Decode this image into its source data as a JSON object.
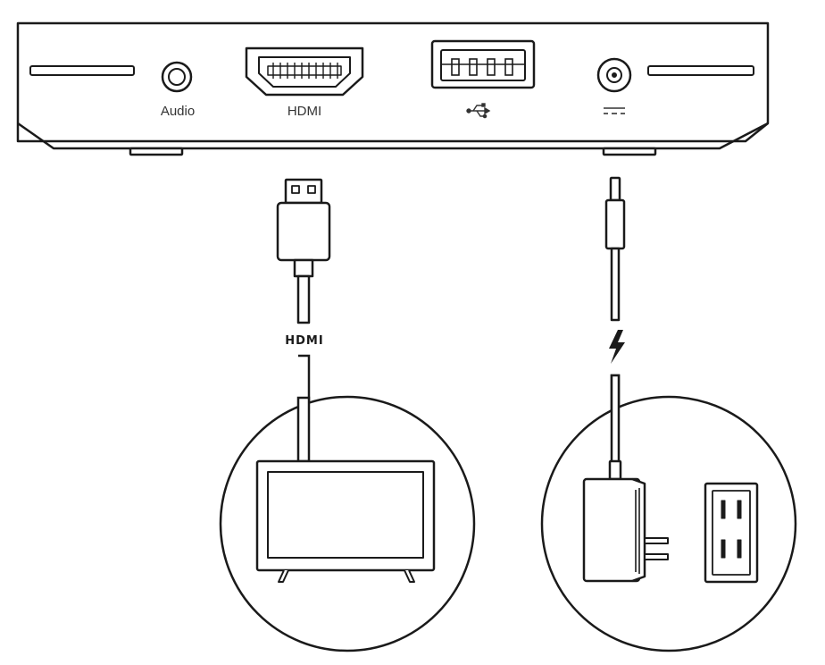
{
  "ports": {
    "audio_label": "Audio",
    "hdmi_label": "HDMI",
    "usb_symbol": "usb-symbol-icon",
    "dc_symbol": "dc-power-symbol-icon"
  },
  "hdmi_cable": {
    "logo_text": "HDMI"
  },
  "colors": {
    "line": "#1a1a1a",
    "device_fill": "#ffffff",
    "background": "#ffffff"
  }
}
